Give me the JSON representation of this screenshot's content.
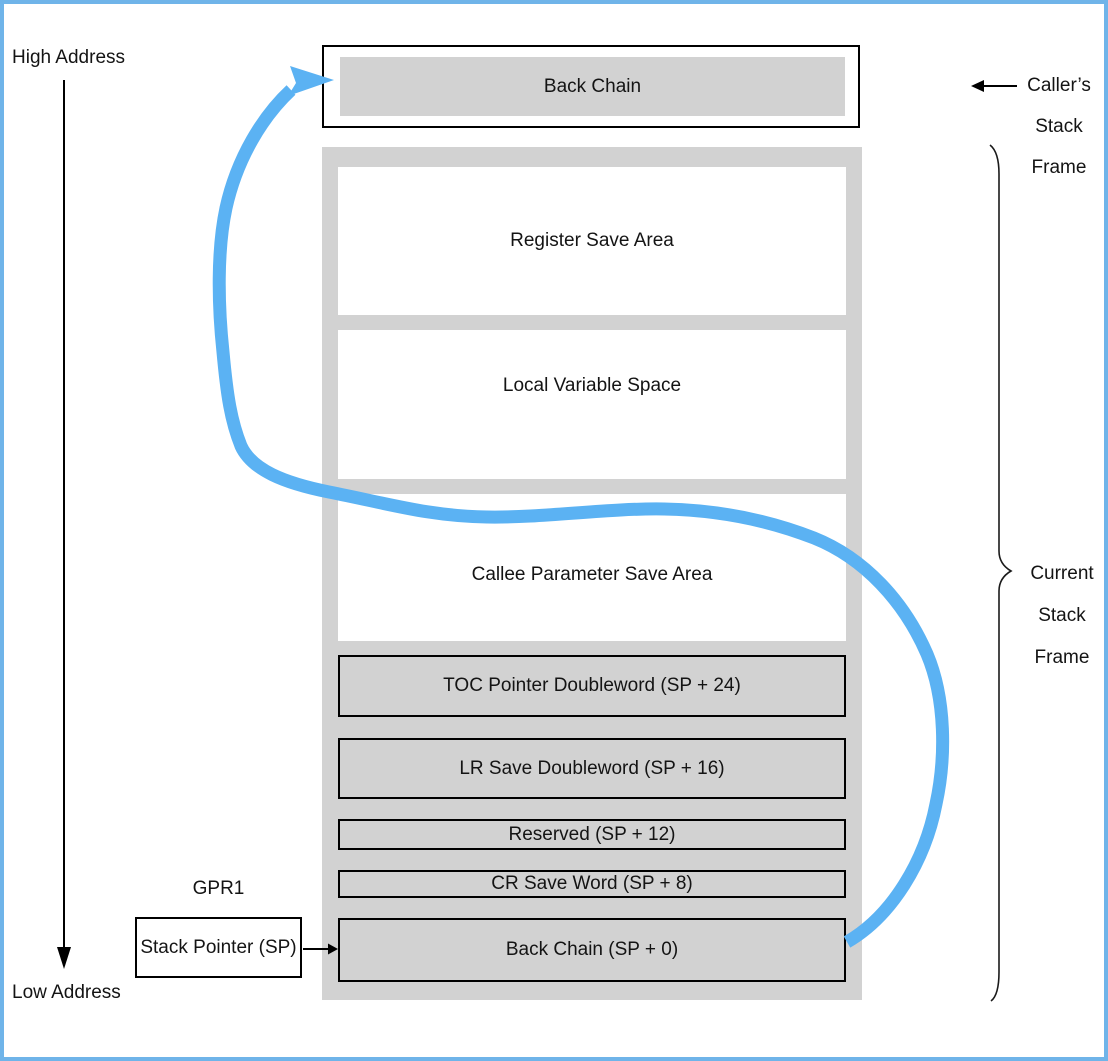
{
  "labels": {
    "high_address": "High Address",
    "low_address": "Low Address",
    "gpr1": "GPR1",
    "stack_pointer": "Stack Pointer (SP)"
  },
  "caller_frame": {
    "cell_label": "Back Chain",
    "side_label_lines": [
      "Caller’s",
      "Stack",
      "Frame"
    ]
  },
  "current_frame": {
    "side_label_lines": [
      "Current",
      "Stack",
      "Frame"
    ],
    "rows": [
      {
        "label": "Register Save Area",
        "kind": "white"
      },
      {
        "label": "Local Variable Space",
        "kind": "white"
      },
      {
        "label": "Callee Parameter Save Area",
        "kind": "white"
      },
      {
        "label": "TOC Pointer Doubleword (SP + 24)",
        "kind": "gray"
      },
      {
        "label": "LR Save Doubleword (SP + 16)",
        "kind": "gray"
      },
      {
        "label": "Reserved (SP + 12)",
        "kind": "gray"
      },
      {
        "label": "CR Save Word (SP + 8)",
        "kind": "gray"
      },
      {
        "label": "Back Chain (SP + 0)",
        "kind": "gray"
      }
    ]
  },
  "colors": {
    "accent_blue_arrow": "#5bb2f3",
    "page_border_blue": "#6fb4e9",
    "box_gray": "#d2d2d2",
    "line_black": "#000000"
  }
}
